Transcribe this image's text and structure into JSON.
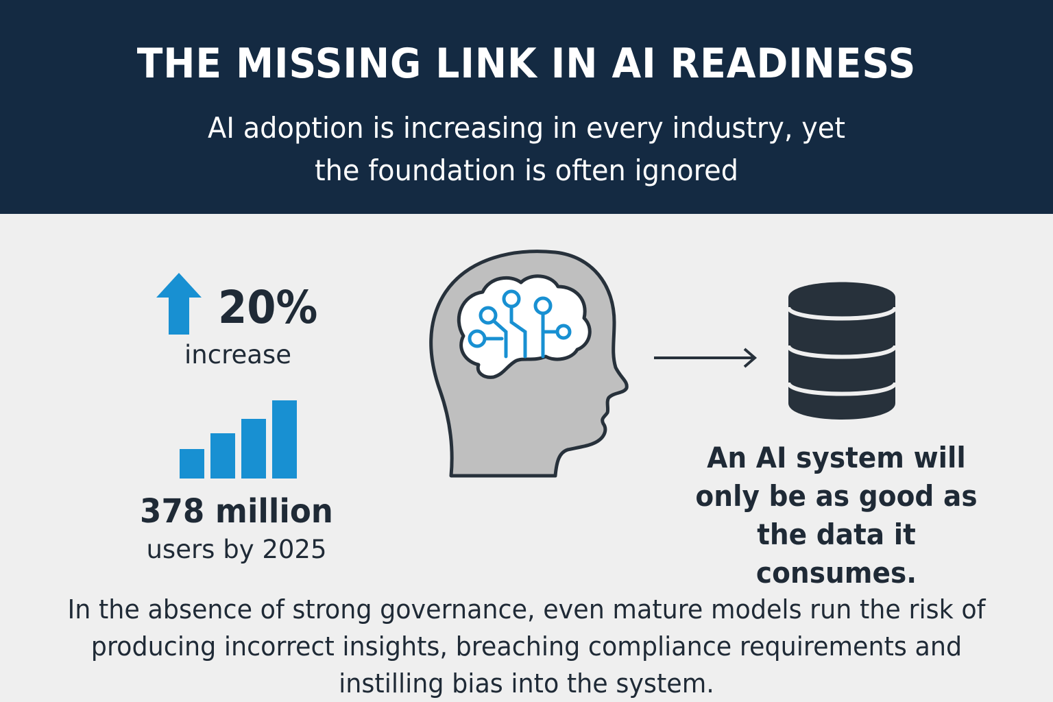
{
  "header": {
    "title": "THE MISSING LINK IN AI READINESS",
    "subtitle": "AI adoption is increasing in every industry, yet the foundation is often ignored"
  },
  "stats": {
    "growth_value": "20%",
    "growth_label": "increase",
    "growth_icon": "up-arrow-icon",
    "users_value": "378 million",
    "users_label": "users by 2025",
    "users_icon": "bar-chart-icon",
    "bar_levels": [
      0.38,
      0.58,
      0.76,
      1.0
    ]
  },
  "graphics": {
    "head_icon": "brain-head-icon",
    "arrow_icon": "right-arrow-icon",
    "database_icon": "database-icon"
  },
  "quote": "An AI system will only be as good as the data it consumes.",
  "footer": "In the absence of strong governance, even mature models run the risk of producing incorrect insights, breaching compliance requirements and instilling bias into the system.",
  "colors": {
    "header_bg": "#142a42",
    "page_bg": "#efefef",
    "accent_blue": "#1890d2",
    "dark_text": "#1f2a36",
    "head_fill": "#bfbfbf",
    "database_fill": "#27313b"
  }
}
